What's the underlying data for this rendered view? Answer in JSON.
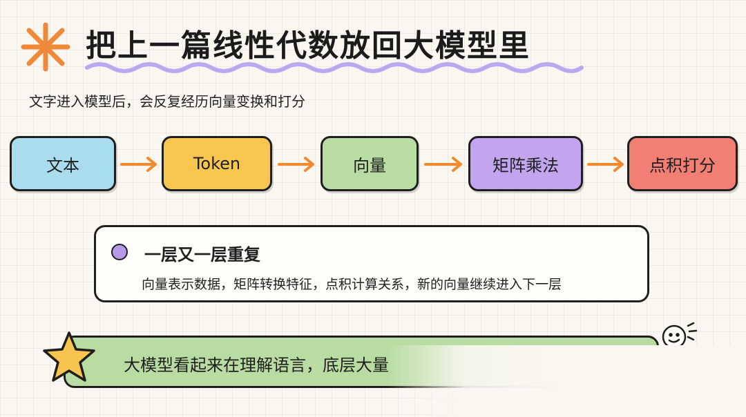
{
  "title": "把上一篇线性代数放回大模型里",
  "subtitle": "文字进入模型后，会反复经历向量变换和打分",
  "pipeline": [
    {
      "label": "文本",
      "color": "#a9dcec"
    },
    {
      "label": "Token",
      "color": "#f7c64f"
    },
    {
      "label": "向量",
      "color": "#b9dca2"
    },
    {
      "label": "矩阵乘法",
      "color": "#c3a4ef"
    },
    {
      "label": "点积打分",
      "color": "#f27f73"
    }
  ],
  "note": {
    "title": "一层又一层重复",
    "text": "向量表示数据，矩阵转换特征，点积计算关系，新的向量继续进入下一层"
  },
  "banner": {
    "text": "大模型看起来在理解语言，底层大量"
  },
  "colors": {
    "arrow": "#f08a2a",
    "squiggle": "#b8a9f0",
    "asterisk": "#f0883a",
    "star": "#f6c44f"
  }
}
